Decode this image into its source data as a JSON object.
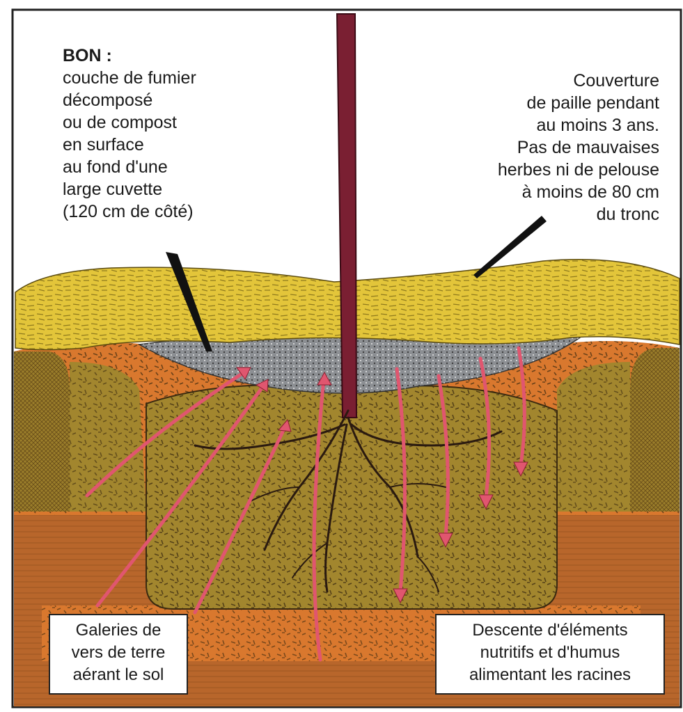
{
  "annotations": {
    "top_left": {
      "heading": "BON :",
      "lines": [
        "couche de fumier",
        "décomposé",
        "ou de compost",
        "en surface",
        "au fond d'une",
        "large cuvette",
        "(120 cm de côté)"
      ]
    },
    "top_right": {
      "lines": [
        "Couverture",
        "de paille pendant",
        "au moins 3 ans.",
        "Pas de mauvaises",
        "herbes ni de pelouse",
        "à moins de 80 cm",
        "du tronc"
      ]
    },
    "bottom_left": {
      "lines": [
        "Galeries de",
        "vers de terre",
        "aérant le sol"
      ]
    },
    "bottom_right": {
      "lines": [
        "Descente d'éléments",
        "nutritifs et d'humus",
        "alimentant les racines"
      ]
    }
  },
  "colors": {
    "straw": "#e3c53a",
    "compost": "#8c8f93",
    "soil_orange": "#d9782e",
    "soil_olive": "#a2862e",
    "wood": "#b8662b",
    "trunk": "#7a1f32",
    "arrow": "#e0566f",
    "roots": "#2a1a10"
  }
}
